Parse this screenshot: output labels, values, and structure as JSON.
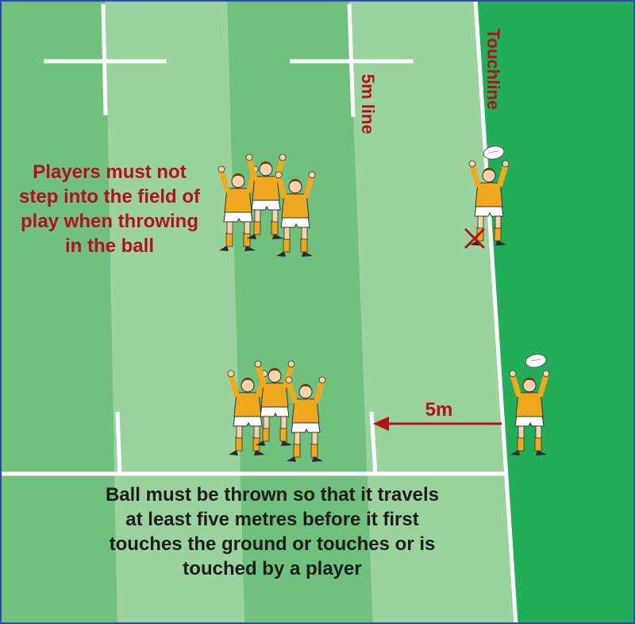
{
  "colors": {
    "field_light": "#9bd39e",
    "field_dark": "#70c07e",
    "touch_area": "#22ad59",
    "line": "#ffffff",
    "label_red": "#b3121a",
    "text_dark": "#1c1c1c",
    "jersey": "#f0a81e",
    "boots": "#2b2b2b"
  },
  "labels": {
    "touchline": "Touchline",
    "five_m_line": "5m line",
    "five_m_distance": "5m",
    "rule_step": [
      "Players must not",
      "step into the field of",
      "play when throwing",
      "in the ball"
    ],
    "rule_distance": [
      "Ball must be thrown so that it travels",
      "at least five metres before it first",
      "touches the ground or touches or is",
      "touched by a player"
    ]
  },
  "icons": [
    "cross-mark-icon",
    "arrow-left-icon",
    "rugby-ball-icon"
  ]
}
